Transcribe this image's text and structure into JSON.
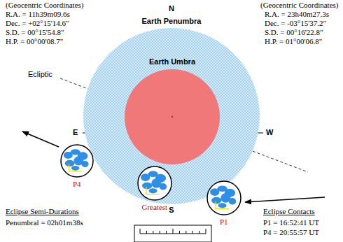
{
  "diagram": {
    "nodes": [
      {
        "text": [
          "Earth Penumbra"
        ]
      },
      {
        "text": [
          "Earth Umbra"
        ],
        "in": 0
      },
      {
        "text": [
          "P4"
        ]
      },
      {
        "text": [
          "Greatest"
        ]
      },
      {
        "text": [
          "P1"
        ]
      }
    ],
    "labels": [
      "(Geocentric Coordinates)",
      "R.A. = 11h39m09.6s",
      "Dec. = +02°15'14.6\"",
      "S.D. = 00°15'54.8\"",
      "H.P. = 00°00'08.7\"",
      "(Geocentric Coordinates)",
      "R.A. = 23h40m27.3s",
      "Dec. = -03°15'37.2\"",
      "S.D. = 00°16'22.8\"",
      "H.P. = 01°00'06.8\"",
      "N",
      "Ecliptic",
      "E",
      "W",
      "S",
      "Eclipse Semi-Durations",
      "Penumbral = 02h01m38s",
      "Eclipse Contacts",
      "P1 = 16:52:41 UT",
      "P4 = 20:55:57 UT"
    ]
  }
}
